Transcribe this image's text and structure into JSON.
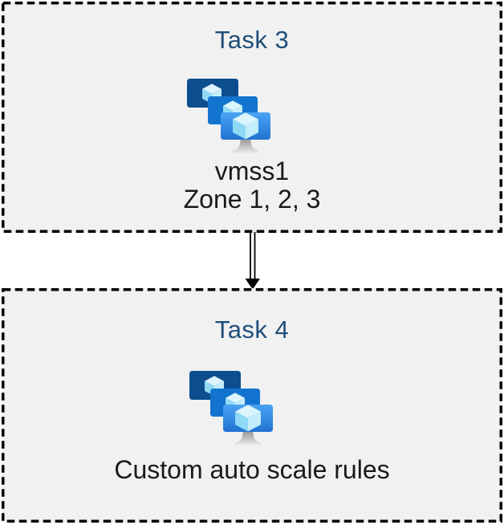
{
  "diagram": {
    "background": "#ffffff",
    "box_fill": "#f1f1f2",
    "border_color": "#000000",
    "title_color": "#1f4e79",
    "text_color": "#1a1a1a",
    "connector_color": "#000000"
  },
  "tasks": [
    {
      "title": "Task 3",
      "icon": "vm-scale-sets-icon",
      "caption_lines": [
        "vmss1",
        "Zone 1, 2, 3"
      ]
    },
    {
      "title": "Task 4",
      "icon": "vm-scale-sets-icon",
      "caption_lines": [
        "Custom auto scale rules"
      ]
    }
  ],
  "connector": {
    "type": "double-line-arrow",
    "direction": "down",
    "from": "Task 3",
    "to": "Task 4"
  },
  "icon_colors": {
    "monitor_back": "#0d4e8e",
    "monitor_middle": "#1274ce",
    "monitor_front_top": "#4aa3f2",
    "monitor_front_bottom": "#2173d3",
    "cube_top": "#dcf4fc",
    "cube_left": "#8fd9f5",
    "cube_right": "#c4edfb",
    "stand_top": "#919191",
    "stand_bottom": "#ededed"
  }
}
